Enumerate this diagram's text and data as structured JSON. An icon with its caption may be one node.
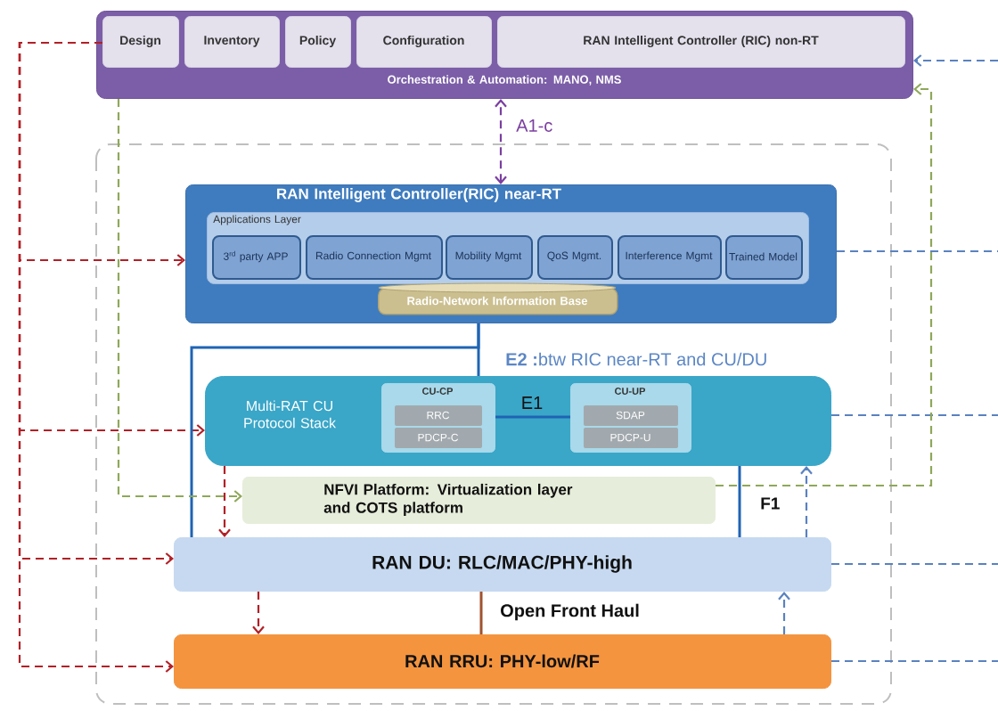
{
  "diagram": {
    "nodes": [
      {
        "text": [
          "Orchestration & Automation: MANO, NMS"
        ]
      },
      {
        "text": [
          "Design"
        ],
        "in": 0
      },
      {
        "text": [
          "Inventory"
        ],
        "in": 0
      },
      {
        "text": [
          "Policy"
        ],
        "in": 0
      },
      {
        "text": [
          "Configuration"
        ],
        "in": 0
      },
      {
        "text": [
          "RAN Intelligent Controller (RIC) non-RT"
        ],
        "in": 0
      },
      {
        "text": [
          "RAN Intelligent Controller(RIC) near-RT"
        ]
      },
      {
        "text": [
          "Applications Layer"
        ],
        "in": 6
      },
      {
        "text": [
          "3$^{rd}$ party APP"
        ],
        "in": 7
      },
      {
        "text": [
          "Radio Connection Mgmt"
        ],
        "in": 7
      },
      {
        "text": [
          "Mobility Mgmt"
        ],
        "in": 7
      },
      {
        "text": [
          "QoS Mgmt."
        ],
        "in": 7
      },
      {
        "text": [
          "Interference Mgmt"
        ],
        "in": 7
      },
      {
        "text": [
          "Trained Model"
        ],
        "in": 7
      },
      {
        "text": [
          "Radio-Network Information Base"
        ],
        "in": 6
      },
      {
        "text": [
          "Multi-RAT CU Protocol Stack"
        ]
      },
      {
        "text": [
          "CU-CP"
        ],
        "in": 15
      },
      {
        "text": [
          "RRC"
        ],
        "in": 16
      },
      {
        "text": [
          "PDCP-C"
        ],
        "in": 16
      },
      {
        "text": [
          "CU-UP"
        ],
        "in": 15
      },
      {
        "text": [
          "SDAP"
        ],
        "in": 19
      },
      {
        "text": [
          "PDCP-U"
        ],
        "in": 19
      },
      {
        "text": [
          "NFVI Platform: Virtualization layer and COTS platform"
        ]
      },
      {
        "text": [
          "RAN DU: RLC/MAC/PHY-high"
        ]
      },
      {
        "text": [
          "RAN RRU: PHY-low/RF"
        ]
      }
    ],
    "edges": [
      {
        "from": 6,
        "to": 0,
        "arrow": "both",
        "label": "A1-c",
        "style": "dashed",
        "color": "#7b3fa0"
      },
      {
        "from": 1,
        "to": 6,
        "arrow": "to",
        "style": "dashed",
        "color": "#b22027"
      },
      {
        "from": 1,
        "to": 15,
        "arrow": "to",
        "style": "dashed",
        "color": "#b22027"
      },
      {
        "from": 1,
        "to": 23,
        "arrow": "to",
        "style": "dashed",
        "color": "#b22027"
      },
      {
        "from": 1,
        "to": 24,
        "arrow": "to",
        "style": "dashed",
        "color": "#b22027"
      },
      {
        "from": 15,
        "to": 23,
        "arrow": "to",
        "style": "dashed",
        "color": "#b22027"
      },
      {
        "from": 23,
        "to": 24,
        "arrow": "to",
        "style": "dashed",
        "color": "#b22027"
      },
      {
        "from": 6,
        "to": 15,
        "arrow": "none",
        "color": "#1f64b4"
      },
      {
        "from": 6,
        "to": 23,
        "arrow": "none",
        "color": "#1f64b4"
      },
      {
        "from": 15,
        "to": 23,
        "arrow": "none",
        "label": "F1",
        "color": "#1f64b4"
      },
      {
        "from": 16,
        "to": 19,
        "arrow": "none",
        "label": "E1",
        "color": "#1f64b4"
      },
      {
        "from": 23,
        "to": 24,
        "arrow": "none",
        "label": "Open Front Haul",
        "color": "#a0522d"
      },
      {
        "from": 24,
        "to": 23,
        "arrow": "to",
        "style": "dashed"
      },
      {
        "from": 23,
        "to": 15,
        "arrow": "to",
        "style": "dashed"
      },
      {
        "from": null,
        "to": 0,
        "arrow": "to",
        "style": "dashed"
      },
      {
        "from": 6,
        "to": null,
        "arrow": "none",
        "style": "dashed"
      },
      {
        "from": 15,
        "to": null,
        "arrow": "none",
        "style": "dashed"
      },
      {
        "from": 23,
        "to": null,
        "arrow": "none",
        "style": "dashed"
      },
      {
        "from": 24,
        "to": null,
        "arrow": "none",
        "style": "dashed"
      },
      {
        "from": 0,
        "to": 22,
        "arrow": "to",
        "style": "dashed",
        "color": "#8fa85a"
      },
      {
        "from": 22,
        "to": 0,
        "arrow": "to",
        "style": "dashed",
        "color": "#8fa85a"
      }
    ],
    "labels": [
      "**E2 :**btw RIC near-RT and CU/DU"
    ]
  }
}
